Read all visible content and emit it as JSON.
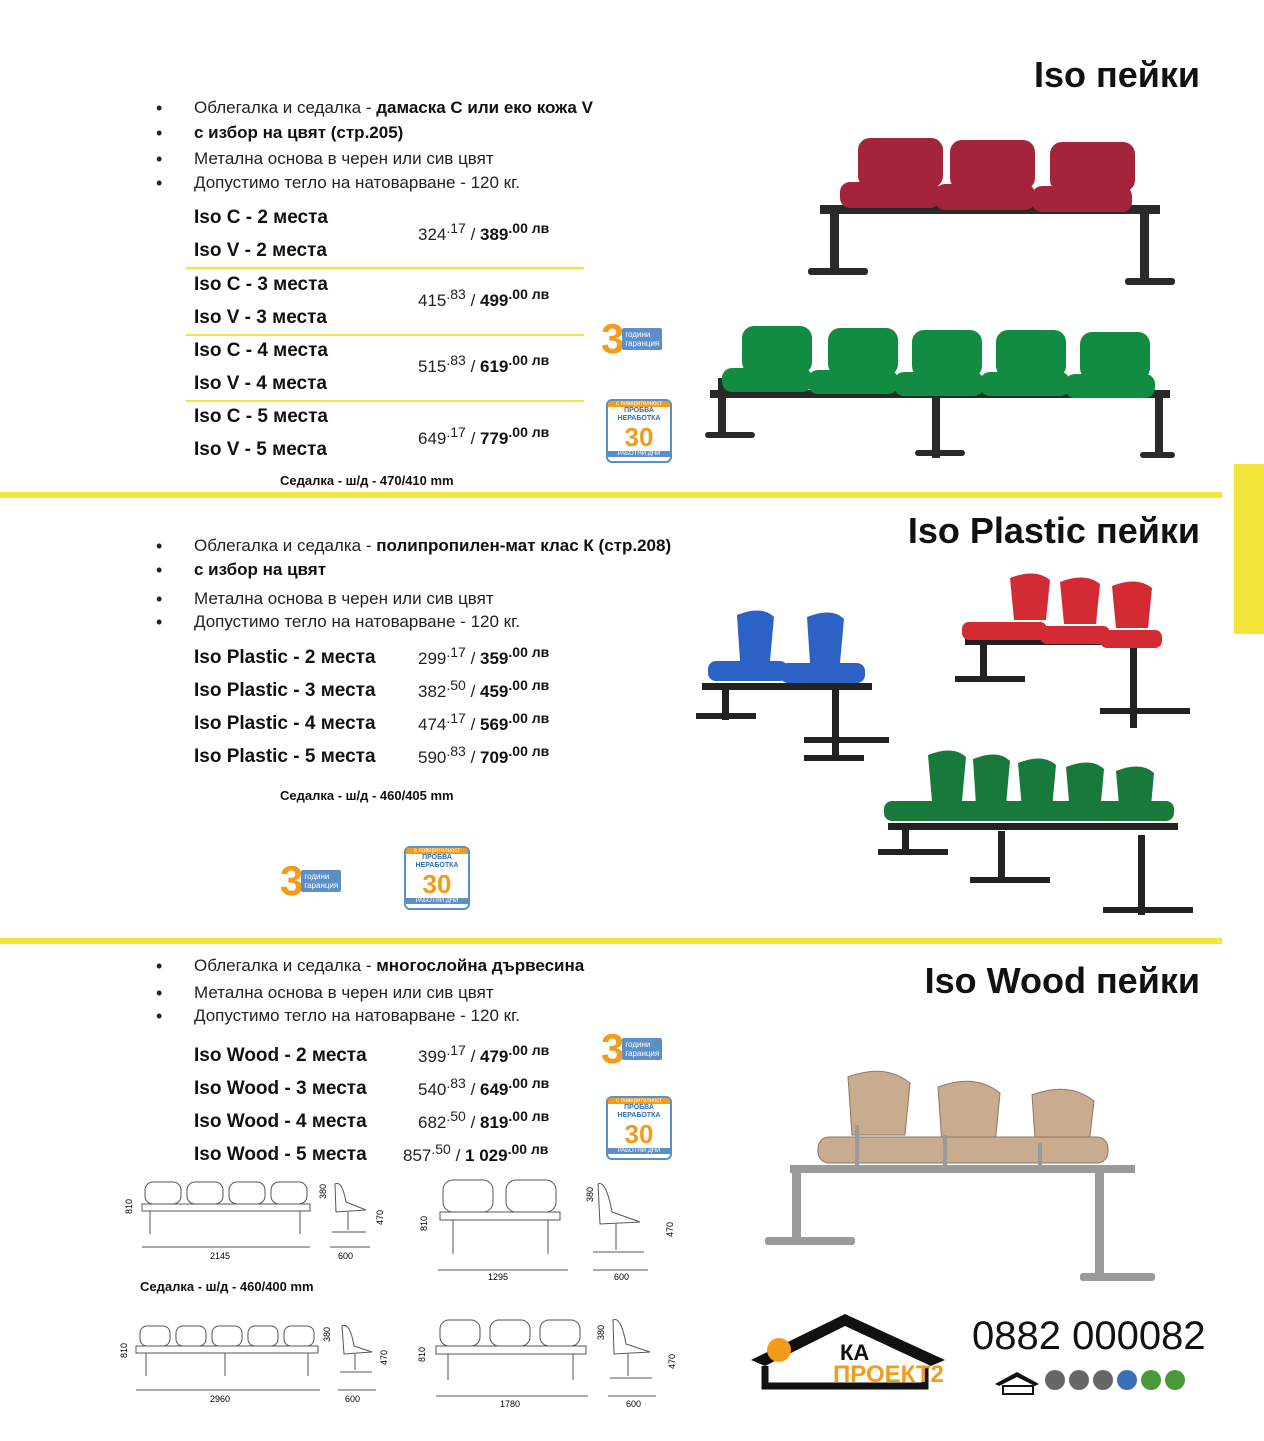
{
  "colors": {
    "accent_yellow": "#f3e53a",
    "badge_orange": "#f39b1b",
    "badge_blue": "#5b8fc7"
  },
  "sections": [
    {
      "title": "Iso пейки",
      "bullets": [
        {
          "text": "Облегалка и седалка - ",
          "bold": "дамаска C или еко кожа V"
        },
        {
          "text": "",
          "bold": "с избор на цвят (стр.205)"
        },
        {
          "text": "Метална основа в черен или сив цвят",
          "bold": ""
        },
        {
          "text": "Допустимо тегло на натоварване - 120 кг.",
          "bold": ""
        }
      ],
      "products": [
        {
          "names": [
            "Iso C - 2 места",
            "Iso V - 2 места"
          ],
          "price": "324",
          "price_dec": ".17",
          "price_vat": "389",
          "price_vat_dec": ".00 лв"
        },
        {
          "names": [
            "Iso C - 3 места",
            "Iso V - 3 места"
          ],
          "price": "415",
          "price_dec": ".83",
          "price_vat": "499",
          "price_vat_dec": ".00 лв"
        },
        {
          "names": [
            "Iso C - 4 места",
            "Iso V - 4 места"
          ],
          "price": "515",
          "price_dec": ".83",
          "price_vat": "619",
          "price_vat_dec": ".00 лв"
        },
        {
          "names": [
            "Iso C - 5 места",
            "Iso V - 5 места"
          ],
          "price": "649",
          "price_dec": ".17",
          "price_vat": "779",
          "price_vat_dec": ".00 лв"
        }
      ],
      "seat_note": "Седалка - ш/д - 470/410 mm"
    },
    {
      "title": "Iso Plastic пейки",
      "bullets": [
        {
          "text": "Облегалка и седалка - ",
          "bold": "полипропилен-мат клас К (стр.208)"
        },
        {
          "text": "",
          "bold": "с избор на цвят"
        },
        {
          "text": "Метална основа в черен или сив цвят",
          "bold": ""
        },
        {
          "text": "Допустимо тегло на натоварване - 120 кг.",
          "bold": ""
        }
      ],
      "products": [
        {
          "name": "Iso Plastic - 2 места",
          "price": "299",
          "price_dec": ".17",
          "price_vat": "359",
          "price_vat_dec": ".00 лв"
        },
        {
          "name": "Iso Plastic - 3 места",
          "price": "382",
          "price_dec": ".50",
          "price_vat": "459",
          "price_vat_dec": ".00 лв"
        },
        {
          "name": "Iso Plastic - 4 места",
          "price": "474",
          "price_dec": ".17",
          "price_vat": "569",
          "price_vat_dec": ".00 лв"
        },
        {
          "name": "Iso Plastic - 5 места",
          "price": "590",
          "price_dec": ".83",
          "price_vat": "709",
          "price_vat_dec": ".00 лв"
        }
      ],
      "seat_note": "Седалка - ш/д - 460/405 mm"
    },
    {
      "title": "Iso Wood пейки",
      "bullets": [
        {
          "text": "Облегалка и седалка - ",
          "bold": "многослойна дървесина"
        },
        {
          "text": "Метална основа в черен или сив цвят",
          "bold": ""
        },
        {
          "text": "Допустимо тегло на натоварване - 120 кг.",
          "bold": ""
        }
      ],
      "products": [
        {
          "name": "Iso Wood - 2 места",
          "price": "399",
          "price_dec": ".17",
          "price_vat": "479",
          "price_vat_dec": ".00 лв"
        },
        {
          "name": "Iso Wood - 3 места",
          "price": "540",
          "price_dec": ".83",
          "price_vat": "649",
          "price_vat_dec": ".00 лв"
        },
        {
          "name": "Iso Wood - 4 места",
          "price": "682",
          "price_dec": ".50",
          "price_vat": "819",
          "price_vat_dec": ".00 лв"
        },
        {
          "name": "Iso Wood - 5 места",
          "price": "857",
          "price_dec": ".50",
          "price_vat": "1 029",
          "price_vat_dec": ".00 лв"
        }
      ],
      "seat_note": "Седалка - ш/д - 460/400 mm"
    }
  ],
  "badges": {
    "warranty_number": "3",
    "warranty_text_1": "години",
    "warranty_text_2": "гаранция",
    "return_top": "с поверителност",
    "return_mid_1": "ПРОБВА",
    "return_mid_2": "НЕРАБОТКА",
    "return_number": "30",
    "return_bottom": "РАБОТНИ ДНИ"
  },
  "drawings": {
    "d1_width": "2145",
    "d1_depth": "600",
    "d1_height": "810",
    "d1_seat": "470",
    "d1_back": "380",
    "d2_width": "1295",
    "d2_depth": "600",
    "d2_height": "810",
    "d2_seat": "470",
    "d2_back": "380",
    "d3_width": "2960",
    "d3_depth": "600",
    "d3_height": "810",
    "d3_seat": "470",
    "d3_back": "380",
    "d4_width": "1780",
    "d4_depth": "600",
    "d4_height": "810",
    "d4_seat": "470",
    "d4_back": "380"
  },
  "footer": {
    "logo_top": "КА",
    "logo_bottom": "ПРОЕКТ2",
    "phone": "0882 000082"
  }
}
